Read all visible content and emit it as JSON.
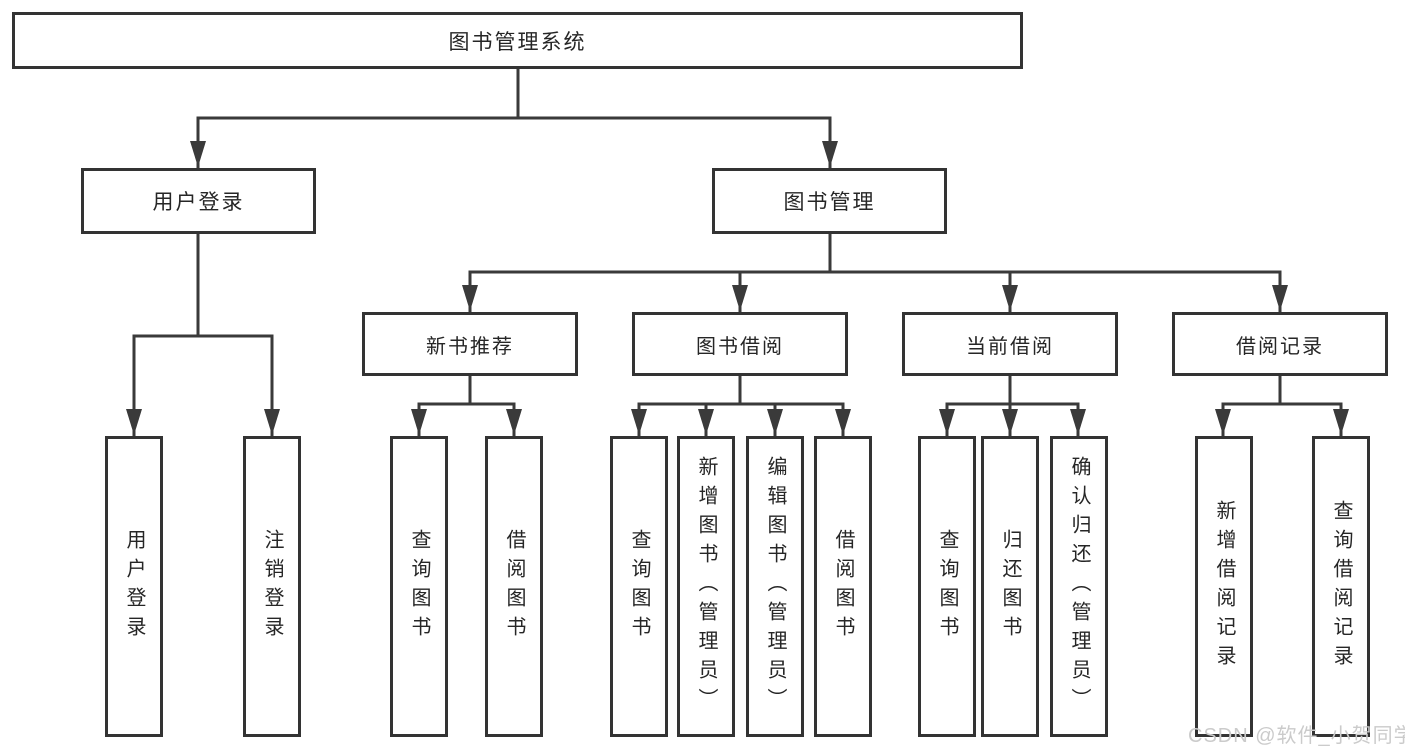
{
  "colors": {
    "background": "#ffffff",
    "box_border": "#333333",
    "line": "#3a3a3a",
    "text": "#262626",
    "watermark": "#cbcbcb"
  },
  "watermark": {
    "text": "CSDN @软件_小贺同学"
  },
  "tree": {
    "root": {
      "label": "图书管理系统",
      "children": [
        {
          "label": "用户登录",
          "children": [
            {
              "label": "用户登录"
            },
            {
              "label": "注销登录"
            }
          ]
        },
        {
          "label": "图书管理",
          "children": [
            {
              "label": "新书推荐",
              "children": [
                {
                  "label": "查询图书"
                },
                {
                  "label": "借阅图书"
                }
              ]
            },
            {
              "label": "图书借阅",
              "children": [
                {
                  "label": "查询图书"
                },
                {
                  "label": "新增图书（管理员）"
                },
                {
                  "label": "编辑图书（管理员）"
                },
                {
                  "label": "借阅图书"
                }
              ]
            },
            {
              "label": "当前借阅",
              "children": [
                {
                  "label": "查询图书"
                },
                {
                  "label": "归还图书"
                },
                {
                  "label": "确认归还（管理员）"
                }
              ]
            },
            {
              "label": "借阅记录",
              "children": [
                {
                  "label": "新增借阅记录"
                },
                {
                  "label": "查询借阅记录"
                }
              ]
            }
          ]
        }
      ]
    }
  }
}
